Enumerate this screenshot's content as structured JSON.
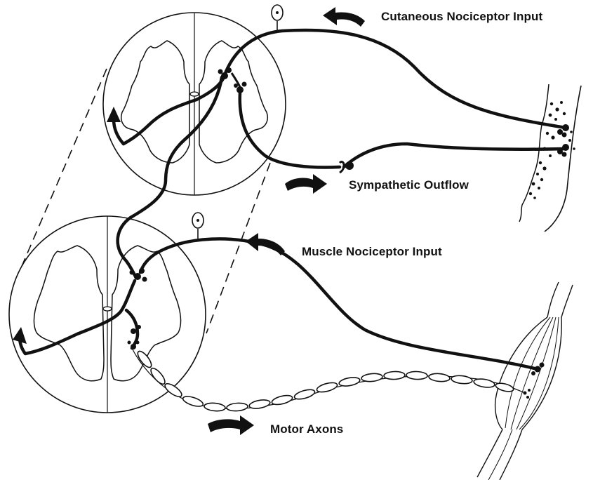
{
  "diagram": {
    "labels": {
      "cutaneous": "Cutaneous Nociceptor Input",
      "sympathetic": "Sympathetic Outflow",
      "muscle": "Muscle Nociceptor Input",
      "motor": "Motor Axons"
    },
    "colors": {
      "ink": "#111111",
      "background": "#ffffff"
    }
  }
}
